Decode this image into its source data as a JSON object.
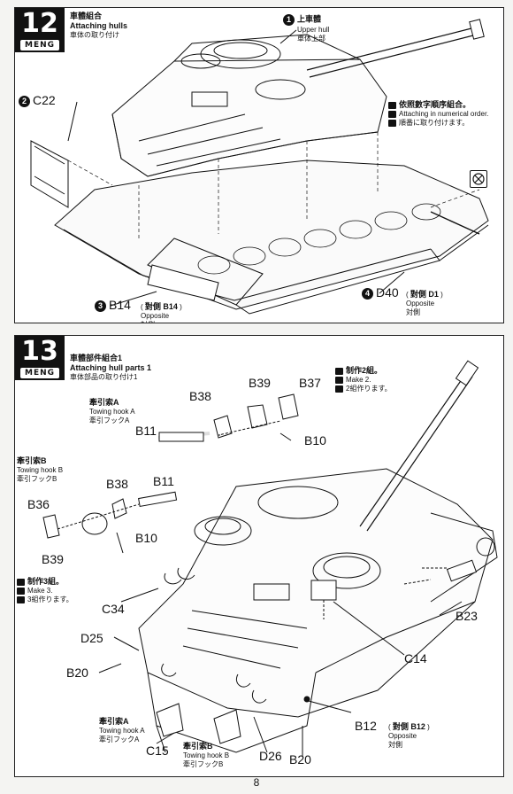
{
  "step12": {
    "number": "12",
    "brand": "MENG",
    "title_cn": "車體組合",
    "title_en": "Attaching hulls",
    "title_jp": "車体の取り付け",
    "parts": [
      {
        "num": "1",
        "cn": "上車體",
        "en": "Upper hull",
        "jp": "車体上部"
      },
      {
        "num": "2",
        "code": "C22"
      },
      {
        "num": "3",
        "code": "B14",
        "opp_cn": "對側 B14",
        "opp_en": "Opposite",
        "opp_jp": "対側"
      },
      {
        "num": "4",
        "code": "D40",
        "opp_cn": "對側 D1",
        "opp_en": "Opposite",
        "opp_jp": "対側"
      }
    ],
    "note_cn": "依照數字順序組合。",
    "note_en": "Attaching in numerical order.",
    "note_jp": "順番に取り付けます。"
  },
  "step13": {
    "number": "13",
    "brand": "MENG",
    "title_cn": "車體部件組合1",
    "title_en": "Attaching hull parts 1",
    "title_jp": "車体部品の取り付け1",
    "make2_cn": "制作2組。",
    "make2_en": "Make 2.",
    "make2_jp": "2組作ります。",
    "make3_cn": "制作3組。",
    "make3_en": "Make 3.",
    "make3_jp": "3組作ります。",
    "hookA_cn": "牽引索A",
    "hookA_en": "Towing hook A",
    "hookA_jp": "牽引フックA",
    "hookB_cn": "牽引索B",
    "hookB_en": "Towing hook B",
    "hookB_jp": "牽引フックB",
    "labels": {
      "B38a": "B38",
      "B39a": "B39",
      "B37": "B37",
      "B11a": "B11",
      "B10a": "B10",
      "B38b": "B38",
      "B11b": "B11",
      "B36": "B36",
      "B39b": "B39",
      "B10b": "B10",
      "C34": "C34",
      "D25": "D25",
      "B20a": "B20",
      "B23": "B23",
      "C14": "C14",
      "B12": "B12",
      "C15": "C15",
      "D26": "D26",
      "B20b": "B20"
    },
    "b12_opp_cn": "對側 B12",
    "b12_opp_en": "Opposite",
    "b12_opp_jp": "対側",
    "hookA2_cn": "牽引索A",
    "hookA2_en": "Towing hook A",
    "hookA2_jp": "牽引フックA",
    "hookB2_cn": "牽引索B",
    "hookB2_en": "Towing hook B",
    "hookB2_jp": "牽引フックB"
  },
  "page_number": "8"
}
